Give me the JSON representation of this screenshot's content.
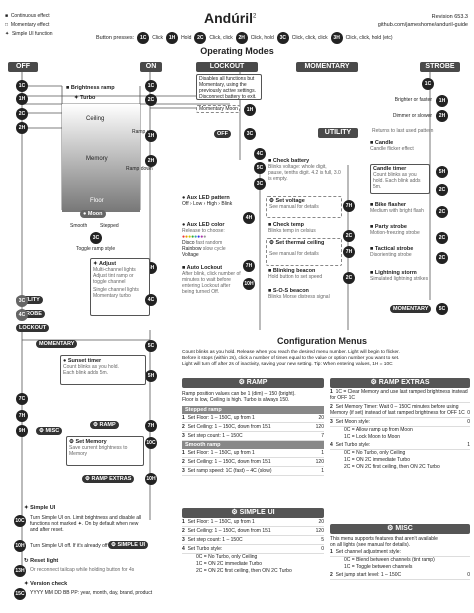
{
  "header": {
    "legend_cont": "Continuous effect",
    "legend_mom": "Momentary effect",
    "legend_ui": "Simple UI function",
    "presses_label": "Button presses:",
    "presses": [
      {
        "code": "1C",
        "text": "Click"
      },
      {
        "code": "1H",
        "text": "Hold"
      },
      {
        "code": "2C",
        "text": "Click, click"
      },
      {
        "code": "2H",
        "text": "Click, hold"
      },
      {
        "code": "3C",
        "text": "Click, click, click"
      },
      {
        "code": "3H",
        "text": "Click, click, hold (etc)"
      }
    ],
    "title": "Andúril",
    "title_sup": "2",
    "revision": "Revision 653.3",
    "url": "github.com/jameshome/anduril-guide"
  },
  "op": {
    "heading": "Operating Modes",
    "off": "OFF",
    "on": "ON",
    "lockout": "LOCKOUT",
    "momentary": "MOMENTARY",
    "strobe": "STROBE",
    "utility": "UTILITY",
    "brightness": "Brightness ramp",
    "turbo": "Turbo",
    "ceiling": "Ceiling",
    "memory": "Memory",
    "floor": "Floor",
    "moon": "Moon",
    "ramp_up": "Ramp up",
    "ramp_down": "Ramp down",
    "smooth": "Smooth",
    "stepped": "Stepped",
    "toggle": "Toggle ramp style",
    "adjust": "Adjust",
    "adjust_d1": "Multi-channel lights",
    "adjust_d2": "Adjust tint ramp or",
    "adjust_d3": "toggle channel",
    "adjust_d4": "Single channel lights",
    "adjust_d5": "Momentary turbo",
    "sunset": "Sunset timer",
    "sunset_d1": "Count blinks as you hold.",
    "sunset_d2": "Each blink adds 5m.",
    "misc": "MISC",
    "ramp": "RAMP",
    "ramp_extras": "RAMP EXTRAS",
    "set_memory": "Set Memory",
    "set_memory_d": "Save current brightness to Memory",
    "simple_ui": "Simple UI",
    "simple_d1": "Turn Simple UI on. Limit brightness and disable all",
    "simple_d2": "functions not marked ✦. On by default when new",
    "simple_d3": "and after reset.",
    "simple_off": "Turn Simple UI off. If it's already off",
    "simple_ui_pill": "SIMPLE UI",
    "reset": "Reset light",
    "reset_d": "Or reconnect tailcap while holding button for 4s",
    "version": "Version check",
    "version_d": "YYYY MM DD BB PP: year, month, day, brand, product",
    "lock_desc1": "Disables all functions but",
    "lock_desc2": "Momentary, using the",
    "lock_desc3": "previously active settings.",
    "lock_desc4": "Disconnect battery to exit.",
    "mom_moon": "Momentary Moon",
    "battery": "Check battery",
    "battery_d": "Blinks voltage: whole digit, pause, tenths digit. 4.2 is full, 3.0 is empty.",
    "set_voltage": "Set voltage",
    "manual": "See manual for details",
    "temp": "Check temp",
    "temp_d": "Blinks temp in celsius",
    "thermal": "Set thermal ceiling",
    "beacon": "Blinking beacon",
    "beacon_d": "Hold button to set speed",
    "sos": "S-O-S beacon",
    "sos_d": "Blinks Morse distress signal",
    "aux_pattern": "Aux LED pattern",
    "aux_pattern_d": "Off › Low › High › Blink",
    "aux_color": "Aux LED color",
    "aux_color_d": "Release to choose:",
    "colors": [
      "Disco",
      "fast random",
      "Rainbow",
      "slow cycle",
      "Voltage"
    ],
    "auto_lock": "Auto Lockout",
    "auto_lock_d": "After blink, click number of minutes to wait before entering Lockout after being turned Off.",
    "brighter": "Brighter or faster",
    "dimmer": "Dimmer or slower",
    "returns": "Returns to last used pattern",
    "candle": "Candle",
    "candle_d": "Candle flicker effect",
    "candle_timer": "Candle timer",
    "candle_timer_d": "Count blinks as you hold. Each blink adds 5m.",
    "bike": "Bike flasher",
    "bike_d": "Medium with bright flash",
    "party": "Party strobe",
    "party_d": "Motion-freezing strobe",
    "tactical": "Tactical strobe",
    "tactical_d": "Disorienting strobe",
    "lightning": "Lightning storm",
    "lightning_d": "Simulated lightning strikes"
  },
  "config": {
    "heading": "Configuration Menus",
    "intro1": "Count blinks as you hold. Release when you reach the desired menu number. Light will begin to flicker.",
    "intro2": "Before it stops (within 2s), click a number of times equal to the value or option number you want to set.",
    "intro3": "Light will turn off after 2s of inactivity, saving your new setting. Tip: When entering values, 1H = 10C",
    "ramp": {
      "title": "RAMP",
      "d1": "Ramp position values can be 1 (dim) – 150 (bright).",
      "d2": "Floor is low, Ceiling is high. Turbo is always 150.",
      "stepped": "Stepped ramp",
      "rows1": [
        {
          "n": "1",
          "t": "Set Floor: 1 – 150C, up from 1",
          "v": "20"
        },
        {
          "n": "2",
          "t": "Set Ceiling: 1 – 150C, down from 151",
          "v": "120"
        },
        {
          "n": "3",
          "t": "Set step count: 1 – 150C",
          "v": "7"
        }
      ],
      "smooth": "Smooth ramp",
      "rows2": [
        {
          "n": "1",
          "t": "Set Floor: 1 – 150C, up from 1",
          "v": "1"
        },
        {
          "n": "2",
          "t": "Set Ceiling: 1 – 150C, down from 151",
          "v": "120"
        },
        {
          "n": "3",
          "t": "Set ramp speed: 1C (fast) – 4C (slow)",
          "v": "1"
        }
      ]
    },
    "simple": {
      "title": "SIMPLE UI",
      "rows": [
        {
          "n": "1",
          "t": "Set Floor: 1 – 150C, up from 1",
          "v": "20"
        },
        {
          "n": "2",
          "t": "Set Ceiling: 1 – 150C, down from 151",
          "v": "120"
        },
        {
          "n": "3",
          "t": "Set step count: 1 – 150C",
          "v": "5"
        },
        {
          "n": "4",
          "t": "Set Turbo style:",
          "v": "0"
        }
      ],
      "turbo_opts": [
        "0C = No Turbo, only Ceiling",
        "1C = ON 2C immediate Turbo",
        "2C = ON 2C first ceiling, then ON 2C Turbo"
      ]
    },
    "extras": {
      "title": "RAMP EXTRAS",
      "rows": [
        {
          "n": "1",
          "t": "1C = Clear Memory and use last ramped brightness instead for OFF 1C",
          "v": ""
        },
        {
          "n": "2",
          "t": "Set Memory Timer: Wait 0 – 150C minutes before using Memory (if set) instead of last ramped brightness for OFF 1C",
          "v": "0"
        },
        {
          "n": "3",
          "t": "Set Moon style:",
          "v": "0"
        },
        {
          "n": "4",
          "t": "Set Turbo style:",
          "v": "1"
        }
      ],
      "moon_opts": [
        "0C = Allow ramp up from Moon",
        "1C = Lock Moon to Moon"
      ],
      "turbo_opts": [
        "0C = No Turbo, only Ceiling",
        "1C = ON 2C immediate Turbo",
        "2C = ON 2C first ceiling, then ON 2C Turbo"
      ]
    },
    "misc": {
      "title": "MISC",
      "d1": "This menu supports features that aren't available",
      "d2": "on all lights (see manual for details).",
      "rows": [
        {
          "n": "1",
          "t": "Set channel adjustment style:"
        },
        {
          "n": "2",
          "t": "Set jump start level: 1 – 150C"
        }
      ],
      "opts": [
        "0C = Blend between channels (tint ramp)",
        "1C = Toggle between channels"
      ],
      "last_v": "0"
    }
  },
  "colors": {
    "dark": "#222222",
    "mid": "#555555",
    "pill": "#333333",
    "accent": "#888888"
  }
}
